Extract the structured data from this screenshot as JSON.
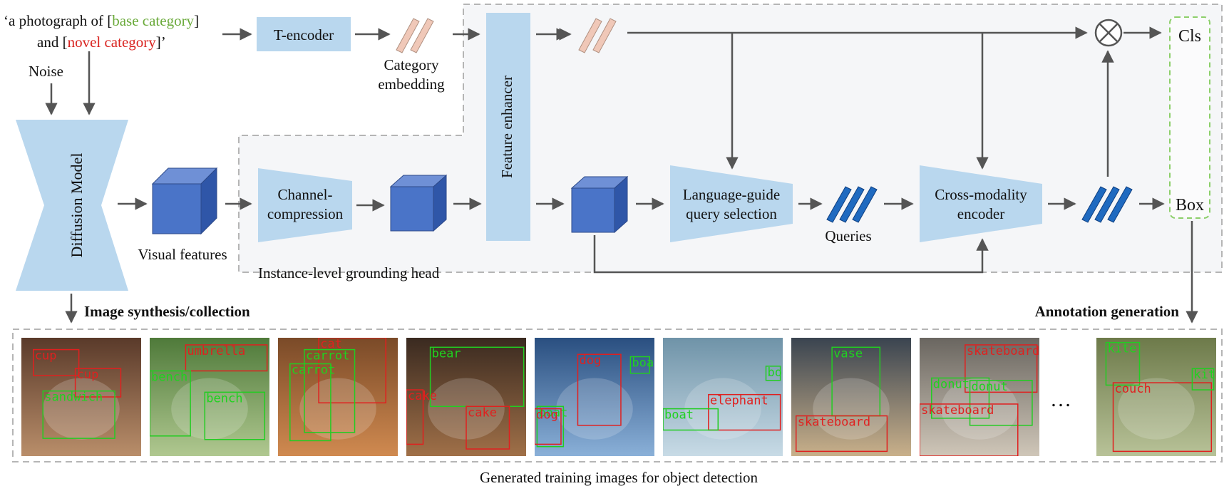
{
  "prompt": {
    "open": "‘a photograph of [",
    "base": "base category",
    "mid": "]",
    "and": "and [",
    "novel": "novel category",
    "close": "]’",
    "base_color": "#6aaa3a",
    "novel_color": "#d9231f"
  },
  "labels": {
    "noise": "Noise",
    "diffusion_model": "Diffusion Model",
    "t_encoder": "T-encoder",
    "category_embedding_1": "Category",
    "category_embedding_2": "embedding",
    "feature_enhancer": "Feature enhancer",
    "visual_features": "Visual features",
    "channel_compression_1": "Channel-",
    "channel_compression_2": "compression",
    "language_guide_1": "Language-guide",
    "language_guide_2": "query selection",
    "queries": "Queries",
    "cross_modality_1": "Cross-modality",
    "cross_modality_2": "encoder",
    "cls": "Cls",
    "box": "Box",
    "grounding_head": "Instance-level grounding head",
    "image_synthesis": "Image synthesis/collection",
    "annotation_generation": "Annotation generation",
    "ellipsis": "…",
    "caption": "Generated training images for object detection"
  },
  "colors": {
    "block": "#b9d7ee",
    "cube_front": "#4a74c8",
    "arrow": "#555555",
    "panel": "#f5f6f8"
  },
  "samples": [
    {
      "bg": [
        "#5a3a2a",
        "#b98e6a"
      ],
      "labels": [
        {
          "t": "cup",
          "c": "red"
        },
        {
          "t": "cup",
          "c": "red"
        },
        {
          "t": "sandwich",
          "c": "green"
        }
      ]
    },
    {
      "bg": [
        "#4f7a3a",
        "#b0c890"
      ],
      "labels": [
        {
          "t": "umbrella",
          "c": "red"
        },
        {
          "t": "bench",
          "c": "green"
        },
        {
          "t": "bench",
          "c": "green"
        }
      ]
    },
    {
      "bg": [
        "#7a4a28",
        "#d08a50"
      ],
      "labels": [
        {
          "t": "cat",
          "c": "red"
        },
        {
          "t": "carrot",
          "c": "green"
        },
        {
          "t": "carrot",
          "c": "green"
        }
      ]
    },
    {
      "bg": [
        "#3a2a20",
        "#a07048"
      ],
      "labels": [
        {
          "t": "bear",
          "c": "green"
        },
        {
          "t": "cake",
          "c": "red"
        },
        {
          "t": "cake",
          "c": "red"
        }
      ]
    },
    {
      "bg": [
        "#2a4f80",
        "#8ab0d8"
      ],
      "labels": [
        {
          "t": "dog",
          "c": "red"
        },
        {
          "t": "boat",
          "c": "green"
        },
        {
          "t": "dog",
          "c": "red"
        },
        {
          "t": "boat",
          "c": "green"
        }
      ]
    },
    {
      "bg": [
        "#6f93a8",
        "#c8dbe6"
      ],
      "labels": [
        {
          "t": "boat",
          "c": "green"
        },
        {
          "t": "elephant",
          "c": "red"
        },
        {
          "t": "boat",
          "c": "green"
        }
      ]
    },
    {
      "bg": [
        "#3a4450",
        "#c9b08a"
      ],
      "labels": [
        {
          "t": "vase",
          "c": "green"
        },
        {
          "t": "skateboard",
          "c": "red"
        }
      ]
    },
    {
      "bg": [
        "#6a6660",
        "#cfc6b8"
      ],
      "labels": [
        {
          "t": "skateboard",
          "c": "red"
        },
        {
          "t": "donut",
          "c": "green"
        },
        {
          "t": "donut",
          "c": "green"
        },
        {
          "t": "skateboard",
          "c": "red"
        }
      ]
    },
    {
      "bg": [
        "#6d7a4a",
        "#b8c298"
      ],
      "labels": [
        {
          "t": "kite",
          "c": "green"
        },
        {
          "t": "couch",
          "c": "red"
        },
        {
          "t": "kite",
          "c": "green"
        }
      ]
    }
  ]
}
